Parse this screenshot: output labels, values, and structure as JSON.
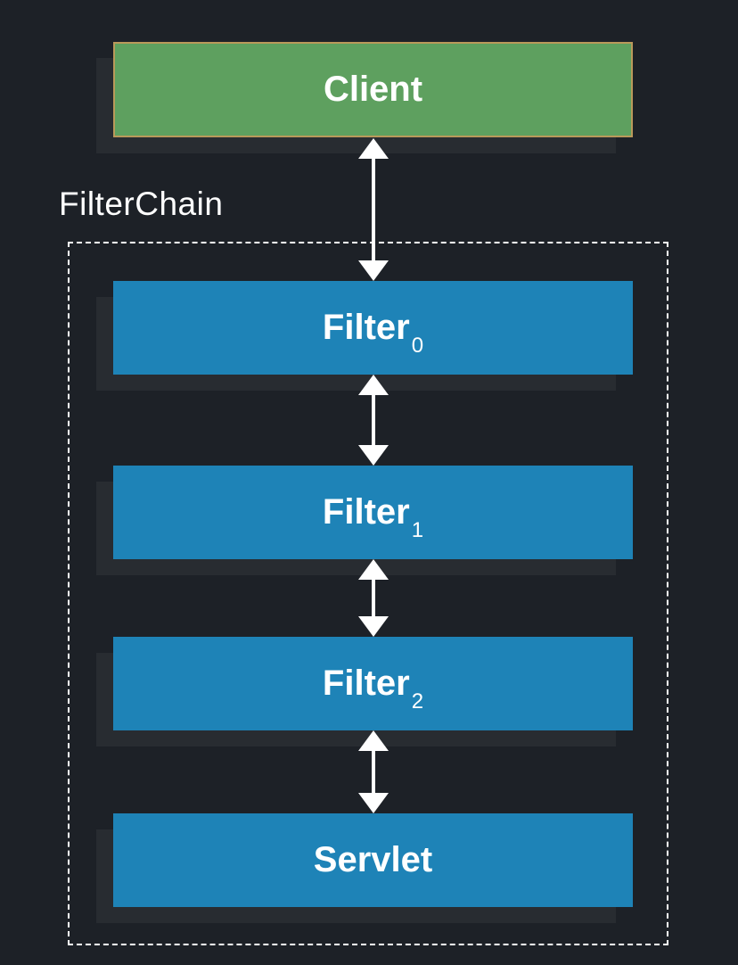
{
  "colors": {
    "background": "#1d2127",
    "client-fill": "#5ea05f",
    "client-border": "#b9995a",
    "filter-fill": "#1e83b7",
    "shadow": "#282c31",
    "chain-border": "#ffffff",
    "text": "#ffffff"
  },
  "diagram": {
    "chain_label": "FilterChain",
    "nodes": [
      {
        "id": "client",
        "label": "Client"
      },
      {
        "id": "filter0",
        "label": "Filter",
        "subscript": "0"
      },
      {
        "id": "filter1",
        "label": "Filter",
        "subscript": "1"
      },
      {
        "id": "filter2",
        "label": "Filter",
        "subscript": "2"
      },
      {
        "id": "servlet",
        "label": "Servlet"
      }
    ]
  }
}
